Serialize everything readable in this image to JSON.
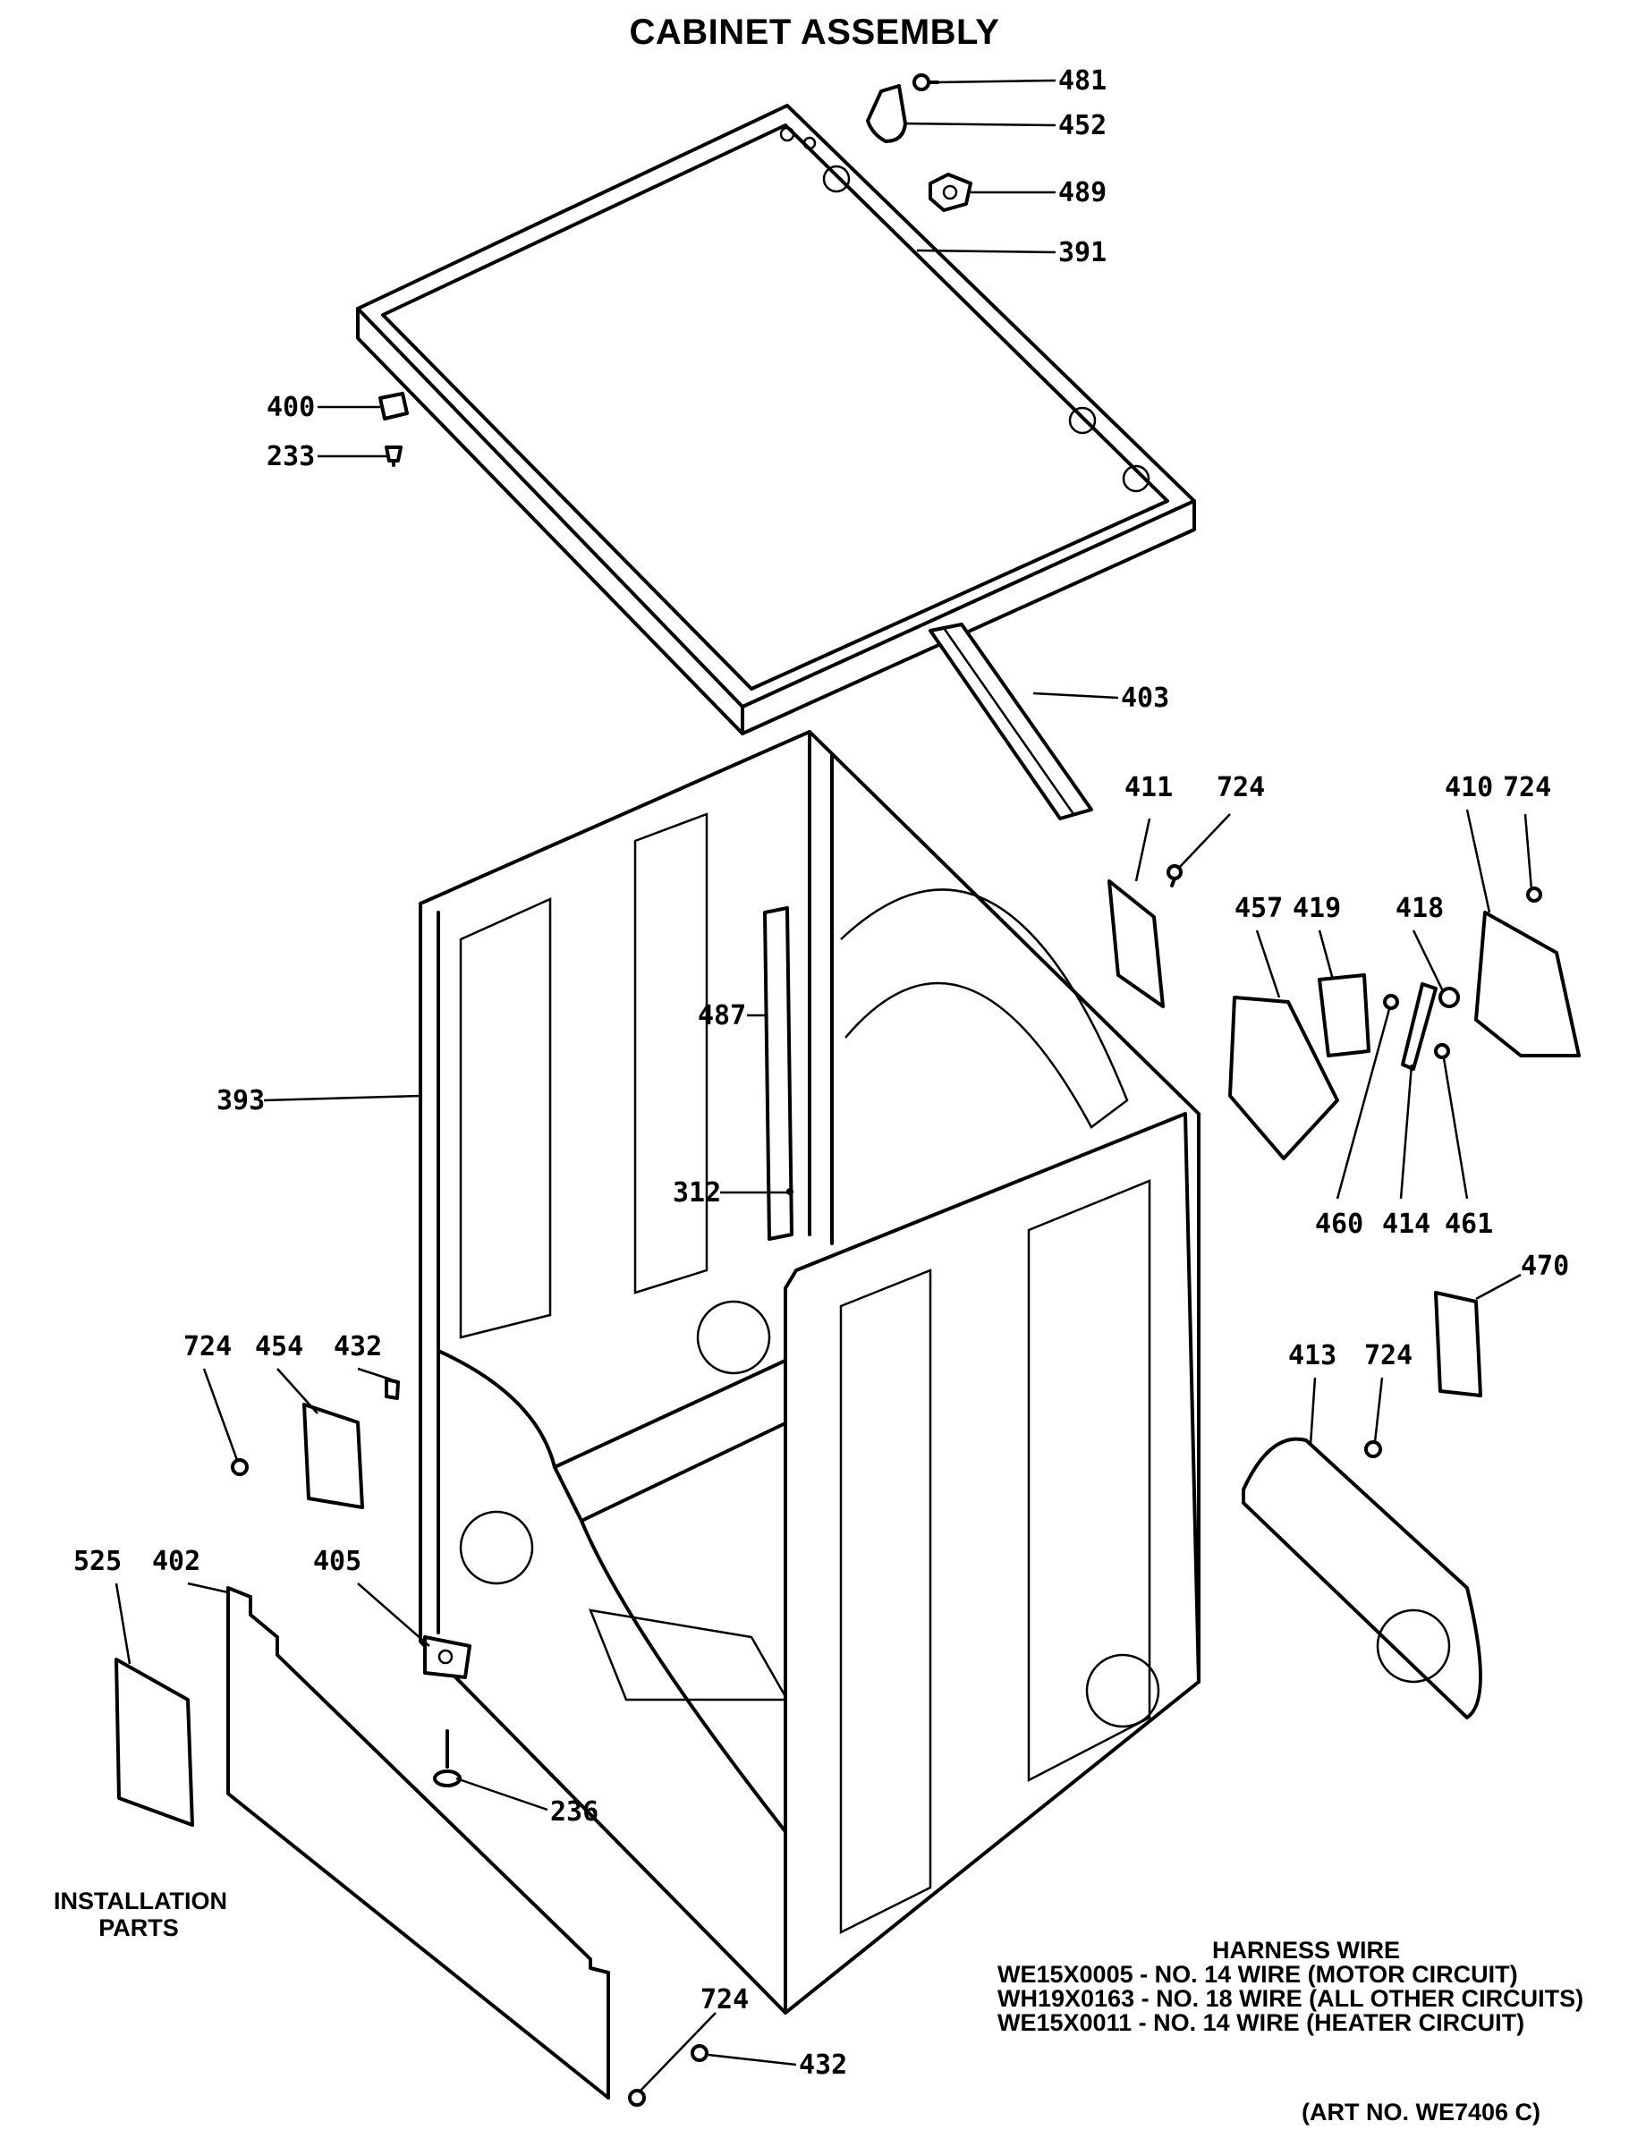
{
  "title": "CABINET ASSEMBLY",
  "installation_caption": [
    "INSTALLATION",
    "PARTS"
  ],
  "harness": {
    "title": "HARNESS WIRE",
    "lines": [
      "WE15X0005 - NO. 14 WIRE (MOTOR CIRCUIT)",
      "WH19X0163 - NO. 18 WIRE (ALL OTHER CIRCUITS)",
      "WE15X0011 - NO. 14 WIRE (HEATER CIRCUIT)"
    ]
  },
  "art_no": "(ART NO. WE7406 C)",
  "callouts": [
    {
      "id": "481",
      "text": "481"
    },
    {
      "id": "452",
      "text": "452"
    },
    {
      "id": "489",
      "text": "489"
    },
    {
      "id": "391",
      "text": "391"
    },
    {
      "id": "400",
      "text": "400"
    },
    {
      "id": "233",
      "text": "233"
    },
    {
      "id": "403",
      "text": "403"
    },
    {
      "id": "411",
      "text": "411"
    },
    {
      "id": "724a",
      "text": "724"
    },
    {
      "id": "410",
      "text": "410"
    },
    {
      "id": "724b",
      "text": "724"
    },
    {
      "id": "457",
      "text": "457"
    },
    {
      "id": "419",
      "text": "419"
    },
    {
      "id": "418",
      "text": "418"
    },
    {
      "id": "487",
      "text": "487"
    },
    {
      "id": "393",
      "text": "393"
    },
    {
      "id": "312",
      "text": "312"
    },
    {
      "id": "460",
      "text": "460"
    },
    {
      "id": "414",
      "text": "414"
    },
    {
      "id": "461",
      "text": "461"
    },
    {
      "id": "470",
      "text": "470"
    },
    {
      "id": "724c",
      "text": "724"
    },
    {
      "id": "454",
      "text": "454"
    },
    {
      "id": "432a",
      "text": "432"
    },
    {
      "id": "413",
      "text": "413"
    },
    {
      "id": "724d",
      "text": "724"
    },
    {
      "id": "525",
      "text": "525"
    },
    {
      "id": "402",
      "text": "402"
    },
    {
      "id": "405",
      "text": "405"
    },
    {
      "id": "236",
      "text": "236"
    },
    {
      "id": "724e",
      "text": "724"
    },
    {
      "id": "432b",
      "text": "432"
    }
  ]
}
